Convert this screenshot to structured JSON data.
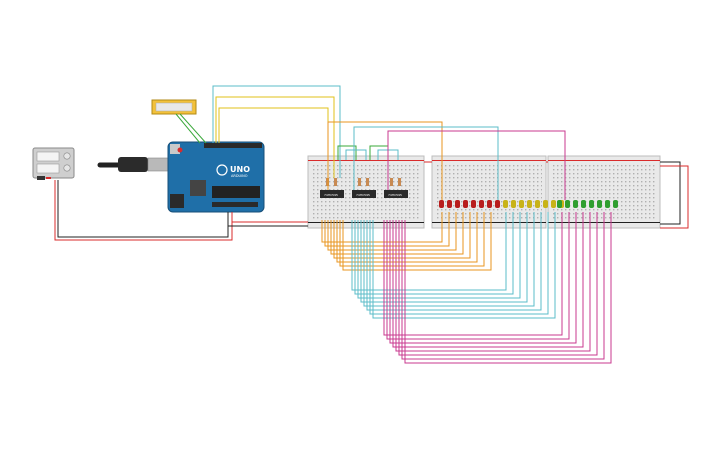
{
  "arduino": {
    "model_label": "UNO",
    "sub_label": "ARDUINO"
  },
  "chips": [
    {
      "label": "74HC595"
    },
    {
      "label": "74HC595"
    },
    {
      "label": "74HC595"
    }
  ],
  "colors": {
    "wire_red": "#d92b2b",
    "wire_black": "#222222",
    "wire_orange": "#e8951f",
    "wire_cyan": "#5bbcc8",
    "wire_magenta": "#c8398f",
    "wire_yellow": "#e0c21a",
    "wire_green": "#3aa83a",
    "board_blue": "#1f6fa8",
    "breadboard": "#e9e9e9",
    "led_red": "#b81d1d",
    "led_yellow": "#c8b318",
    "led_green": "#2f9e2f"
  },
  "leds": {
    "red_count": 8,
    "yellow_count": 8,
    "green_count": 8
  },
  "icons": [
    "power-supply-icon",
    "usb-cable-icon",
    "potentiometer-icon"
  ]
}
